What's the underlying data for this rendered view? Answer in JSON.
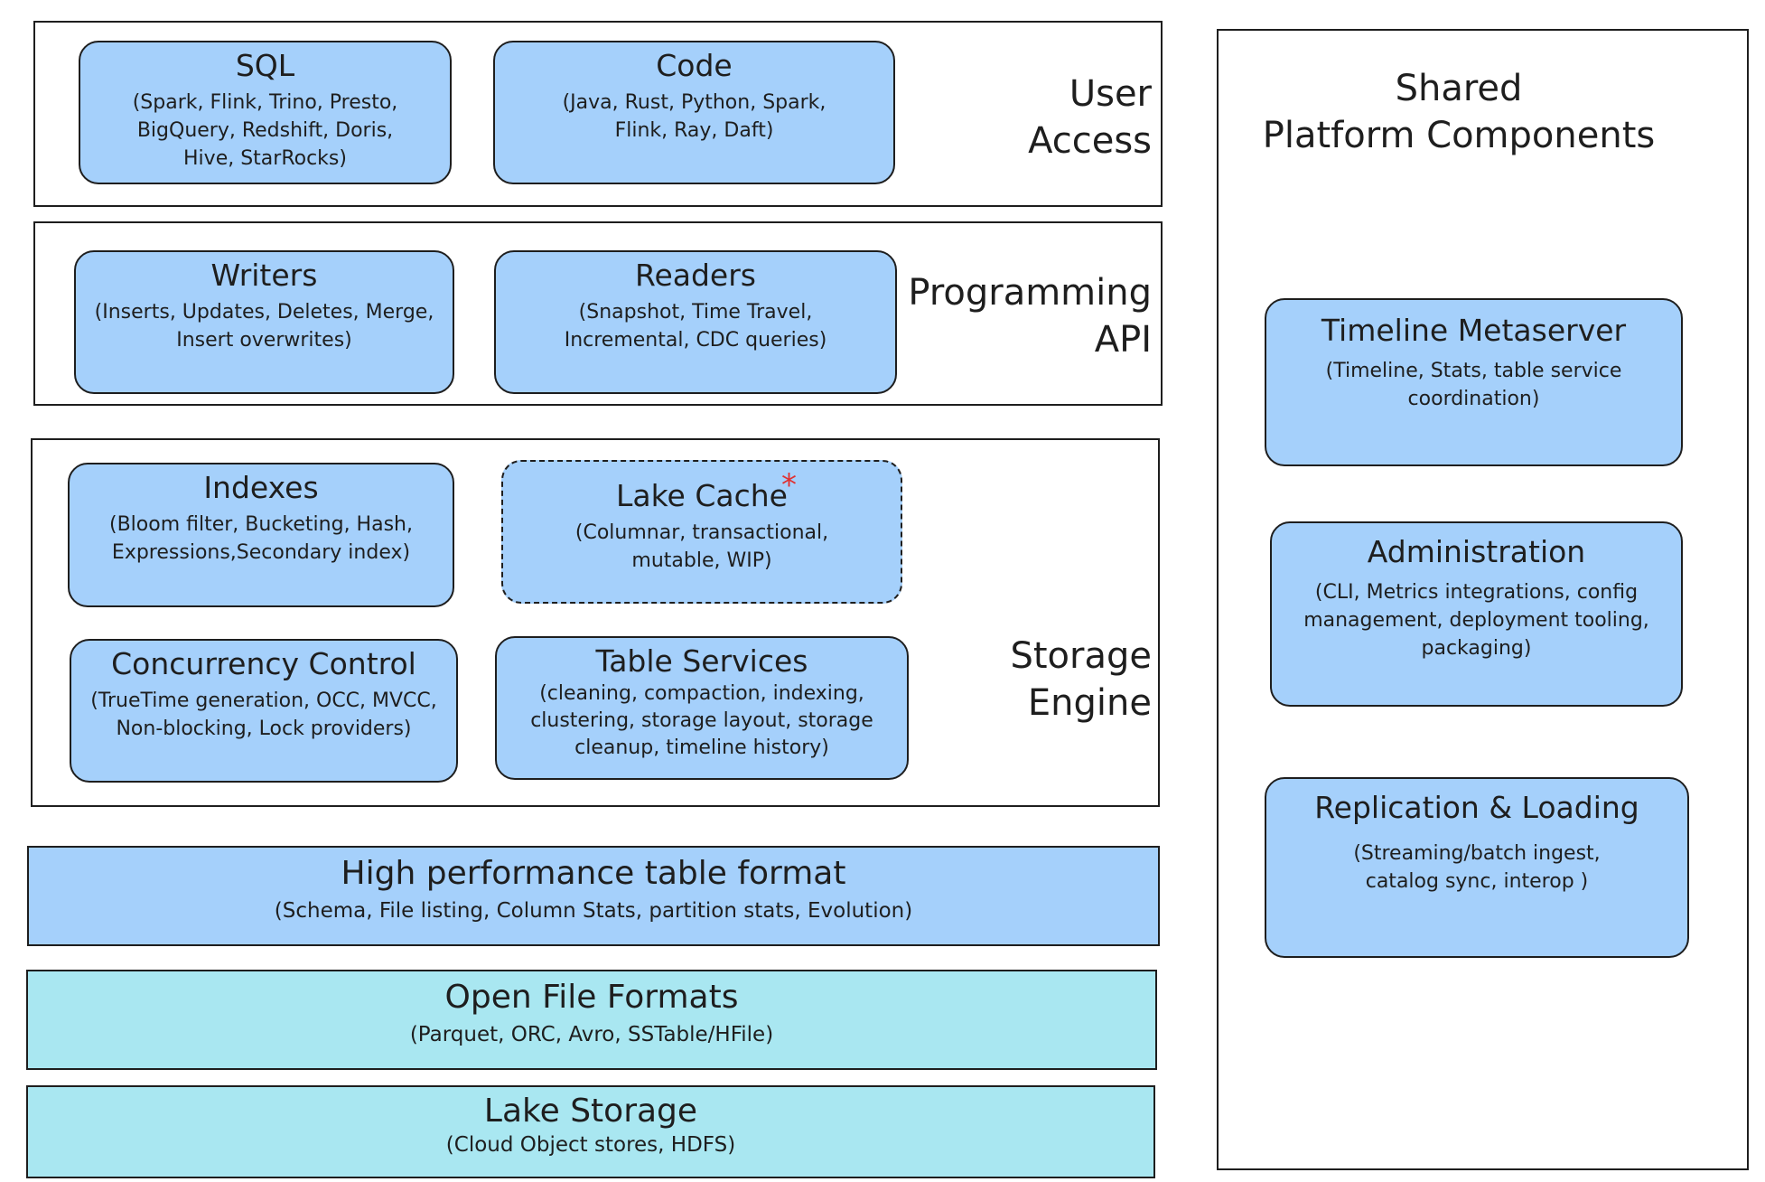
{
  "user_access": {
    "label": "User\nAccess",
    "sql": {
      "title": "SQL",
      "desc": "(Spark, Flink, Trino, Presto, BigQuery, Redshift, Doris, Hive, StarRocks)"
    },
    "code": {
      "title": "Code",
      "desc": "(Java, Rust, Python, Spark, Flink, Ray, Daft)"
    }
  },
  "programming_api": {
    "label": "Programming\nAPI",
    "writers": {
      "title": "Writers",
      "desc": "(Inserts, Updates, Deletes, Merge, Insert overwrites)"
    },
    "readers": {
      "title": "Readers",
      "desc": "(Snapshot, Time Travel, Incremental, CDC queries)"
    }
  },
  "storage_engine": {
    "label": "Storage\nEngine",
    "indexes": {
      "title": "Indexes",
      "desc": "(Bloom filter, Bucketing, Hash, Expressions,Secondary index)"
    },
    "lake_cache": {
      "title": "Lake Cache",
      "marker": "*",
      "desc": "(Columnar, transactional, mutable, WIP)"
    },
    "concurrency_control": {
      "title": "Concurrency Control",
      "desc": "(TrueTime generation, OCC, MVCC, Non-blocking, Lock providers)"
    },
    "table_services": {
      "title": "Table Services",
      "desc": "(cleaning, compaction, indexing, clustering, storage layout, storage cleanup, timeline history)"
    }
  },
  "table_format": {
    "title": "High performance table format",
    "desc": "(Schema, File listing, Column Stats, partition stats, Evolution)"
  },
  "open_file_formats": {
    "title": "Open File Formats",
    "desc": "(Parquet, ORC, Avro, SSTable/HFile)"
  },
  "lake_storage": {
    "title": "Lake Storage",
    "desc": "(Cloud Object stores, HDFS)"
  },
  "platform": {
    "label": "Shared\nPlatform Components",
    "timeline_metaserver": {
      "title": "Timeline Metaserver",
      "desc": "(Timeline, Stats, table service coordination)"
    },
    "administration": {
      "title": "Administration",
      "desc": "(CLI, Metrics integrations, config management, deployment tooling, packaging)"
    },
    "replication": {
      "title": "Replication & Loading",
      "desc": "(Streaming/batch ingest, catalog sync, interop )"
    }
  },
  "colors": {
    "box_fill": "#a5d0fb",
    "band_fill": "#a9e7f1",
    "stroke": "#1e1e1e",
    "marker": "#e03131"
  }
}
